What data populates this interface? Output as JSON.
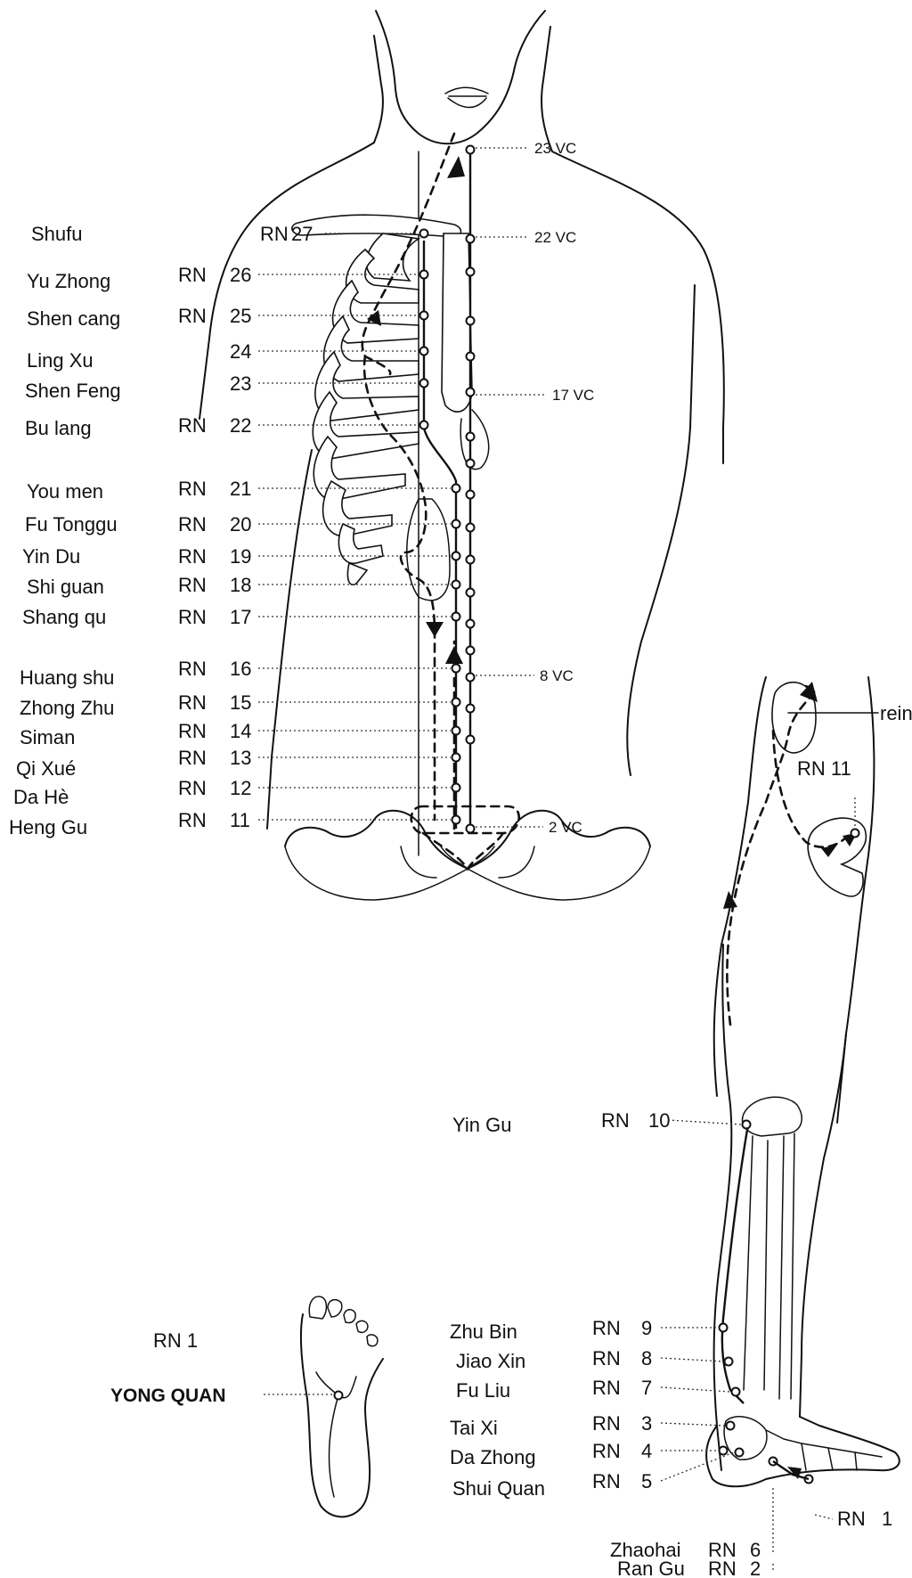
{
  "left_names": [
    {
      "id": "shufu",
      "text": "Shufu"
    },
    {
      "id": "yu-zhong",
      "text": "Yu Zhong"
    },
    {
      "id": "shen-cang",
      "text": "Shen cang"
    },
    {
      "id": "ling-xu",
      "text": "Ling Xu"
    },
    {
      "id": "shen-feng",
      "text": "Shen Feng"
    },
    {
      "id": "bu-lang",
      "text": "Bu lang"
    },
    {
      "id": "you-men",
      "text": "You men"
    },
    {
      "id": "fu-tonggu",
      "text": "Fu Tonggu"
    },
    {
      "id": "yin-du",
      "text": "Yin Du"
    },
    {
      "id": "shi-guan",
      "text": "Shi guan"
    },
    {
      "id": "shang-qu",
      "text": "Shang qu"
    },
    {
      "id": "huang-shu",
      "text": "Huang shu"
    },
    {
      "id": "zhong-zhu",
      "text": "Zhong Zhu"
    },
    {
      "id": "siman",
      "text": "Siman"
    },
    {
      "id": "qi-xue",
      "text": "Qi Xué"
    },
    {
      "id": "da-he",
      "text": "Da Hè"
    },
    {
      "id": "heng-gu",
      "text": "Heng Gu"
    }
  ],
  "torso_points": [
    {
      "id": "rn27",
      "rn": "RN",
      "num": "27"
    },
    {
      "id": "rn26",
      "rn": "RN",
      "num": "26"
    },
    {
      "id": "rn25",
      "rn": "RN",
      "num": "25"
    },
    {
      "id": "rn24",
      "rn": "",
      "num": "24"
    },
    {
      "id": "rn23",
      "rn": "",
      "num": "23"
    },
    {
      "id": "rn22",
      "rn": "RN",
      "num": "22"
    },
    {
      "id": "rn21",
      "rn": "RN",
      "num": "21"
    },
    {
      "id": "rn20",
      "rn": "RN",
      "num": "20"
    },
    {
      "id": "rn19",
      "rn": "RN",
      "num": "19"
    },
    {
      "id": "rn18",
      "rn": "RN",
      "num": "18"
    },
    {
      "id": "rn17",
      "rn": "RN",
      "num": "17"
    },
    {
      "id": "rn16",
      "rn": "RN",
      "num": "16"
    },
    {
      "id": "rn15",
      "rn": "RN",
      "num": "15"
    },
    {
      "id": "rn14",
      "rn": "RN",
      "num": "14"
    },
    {
      "id": "rn13",
      "rn": "RN",
      "num": "13"
    },
    {
      "id": "rn12",
      "rn": "RN",
      "num": "12"
    },
    {
      "id": "rn11",
      "rn": "RN",
      "num": "11"
    }
  ],
  "vc_labels": [
    {
      "id": "vc23",
      "text": "23 VC"
    },
    {
      "id": "vc22",
      "text": "22 VC"
    },
    {
      "id": "vc17",
      "text": "17 VC"
    },
    {
      "id": "vc8",
      "text": "8 VC"
    },
    {
      "id": "vc2",
      "text": "2 VC"
    }
  ],
  "hip_view": {
    "rein": "rein",
    "rn11": "RN 11"
  },
  "leg_points": {
    "yin_gu": {
      "name": "Yin Gu",
      "rn": "RN",
      "num": "10"
    },
    "zhu_bin": {
      "name": "Zhu Bin",
      "rn": "RN",
      "num": "9"
    },
    "jiao_xin": {
      "name": "Jiao Xin",
      "rn": "RN",
      "num": "8"
    },
    "fu_liu": {
      "name": "Fu Liu",
      "rn": "RN",
      "num": "7"
    },
    "tai_xi": {
      "name": "Tai Xi",
      "rn": "RN",
      "num": "3"
    },
    "da_zhong": {
      "name": "Da Zhong",
      "rn": "RN",
      "num": "4"
    },
    "shui_quan": {
      "name": "Shui Quan",
      "rn": "RN",
      "num": "5"
    },
    "zhaohai": {
      "name": "Zhaohai",
      "rn": "RN",
      "num": "6"
    },
    "ran_gu": {
      "name": "Ran Gu",
      "rn": "RN",
      "num": "2"
    },
    "rn1": {
      "rn": "RN",
      "num": "1"
    }
  },
  "sole": {
    "rn": "RN 1",
    "name": "YONG QUAN"
  }
}
